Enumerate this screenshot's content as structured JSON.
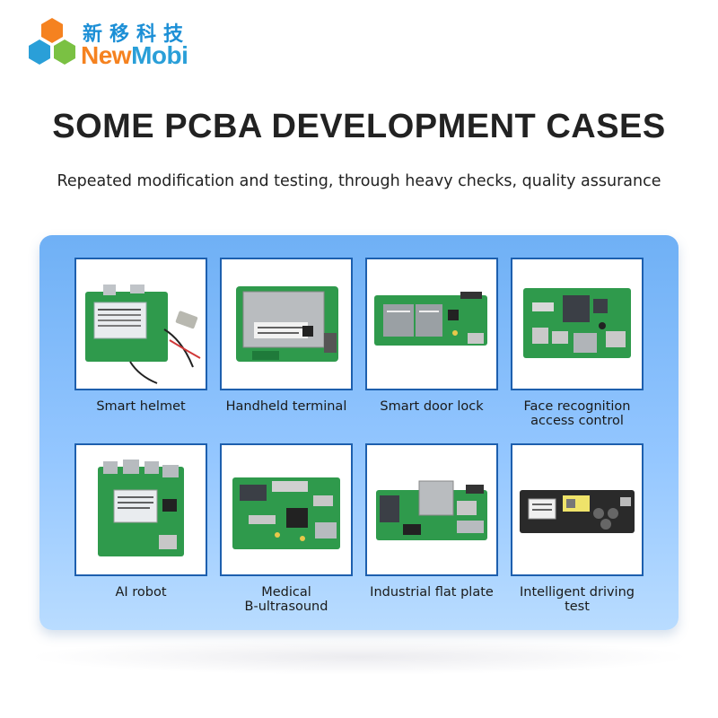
{
  "brand": {
    "name_cn": "新移科技",
    "name_en_part1": "New",
    "name_en_part2": "Mobi",
    "colors": {
      "orange": "#f58220",
      "blue": "#2a9fd8",
      "green": "#7ac143"
    }
  },
  "header": {
    "title": "SOME PCBA DEVELOPMENT CASES",
    "subtitle": "Repeated modification and testing, through heavy checks, quality assurance"
  },
  "cases": [
    {
      "label": "Smart helmet",
      "icon": "pcb-smart-helmet-image"
    },
    {
      "label": "Handheld terminal",
      "icon": "pcb-handheld-terminal-image"
    },
    {
      "label": "Smart door lock",
      "icon": "pcb-smart-door-lock-image"
    },
    {
      "label": "Face recognition access control",
      "label_line1": "Face recognition",
      "label_line2": "access control",
      "icon": "pcb-face-recognition-image"
    },
    {
      "label": "AI robot",
      "icon": "pcb-ai-robot-image"
    },
    {
      "label": "Medical B-ultrasound",
      "label_line1": "Medical",
      "label_line2": "B-ultrasound",
      "icon": "pcb-medical-ultrasound-image"
    },
    {
      "label": "Industrial flat plate",
      "icon": "pcb-industrial-flat-plate-image"
    },
    {
      "label": "Intelligent driving test",
      "icon": "pcb-driving-test-image"
    }
  ],
  "theme": {
    "panel_top": "#6fb0f5",
    "panel_bottom": "#b9dcff",
    "card_border": "#1d5fae",
    "pcb_green": "#2e9a4a"
  }
}
